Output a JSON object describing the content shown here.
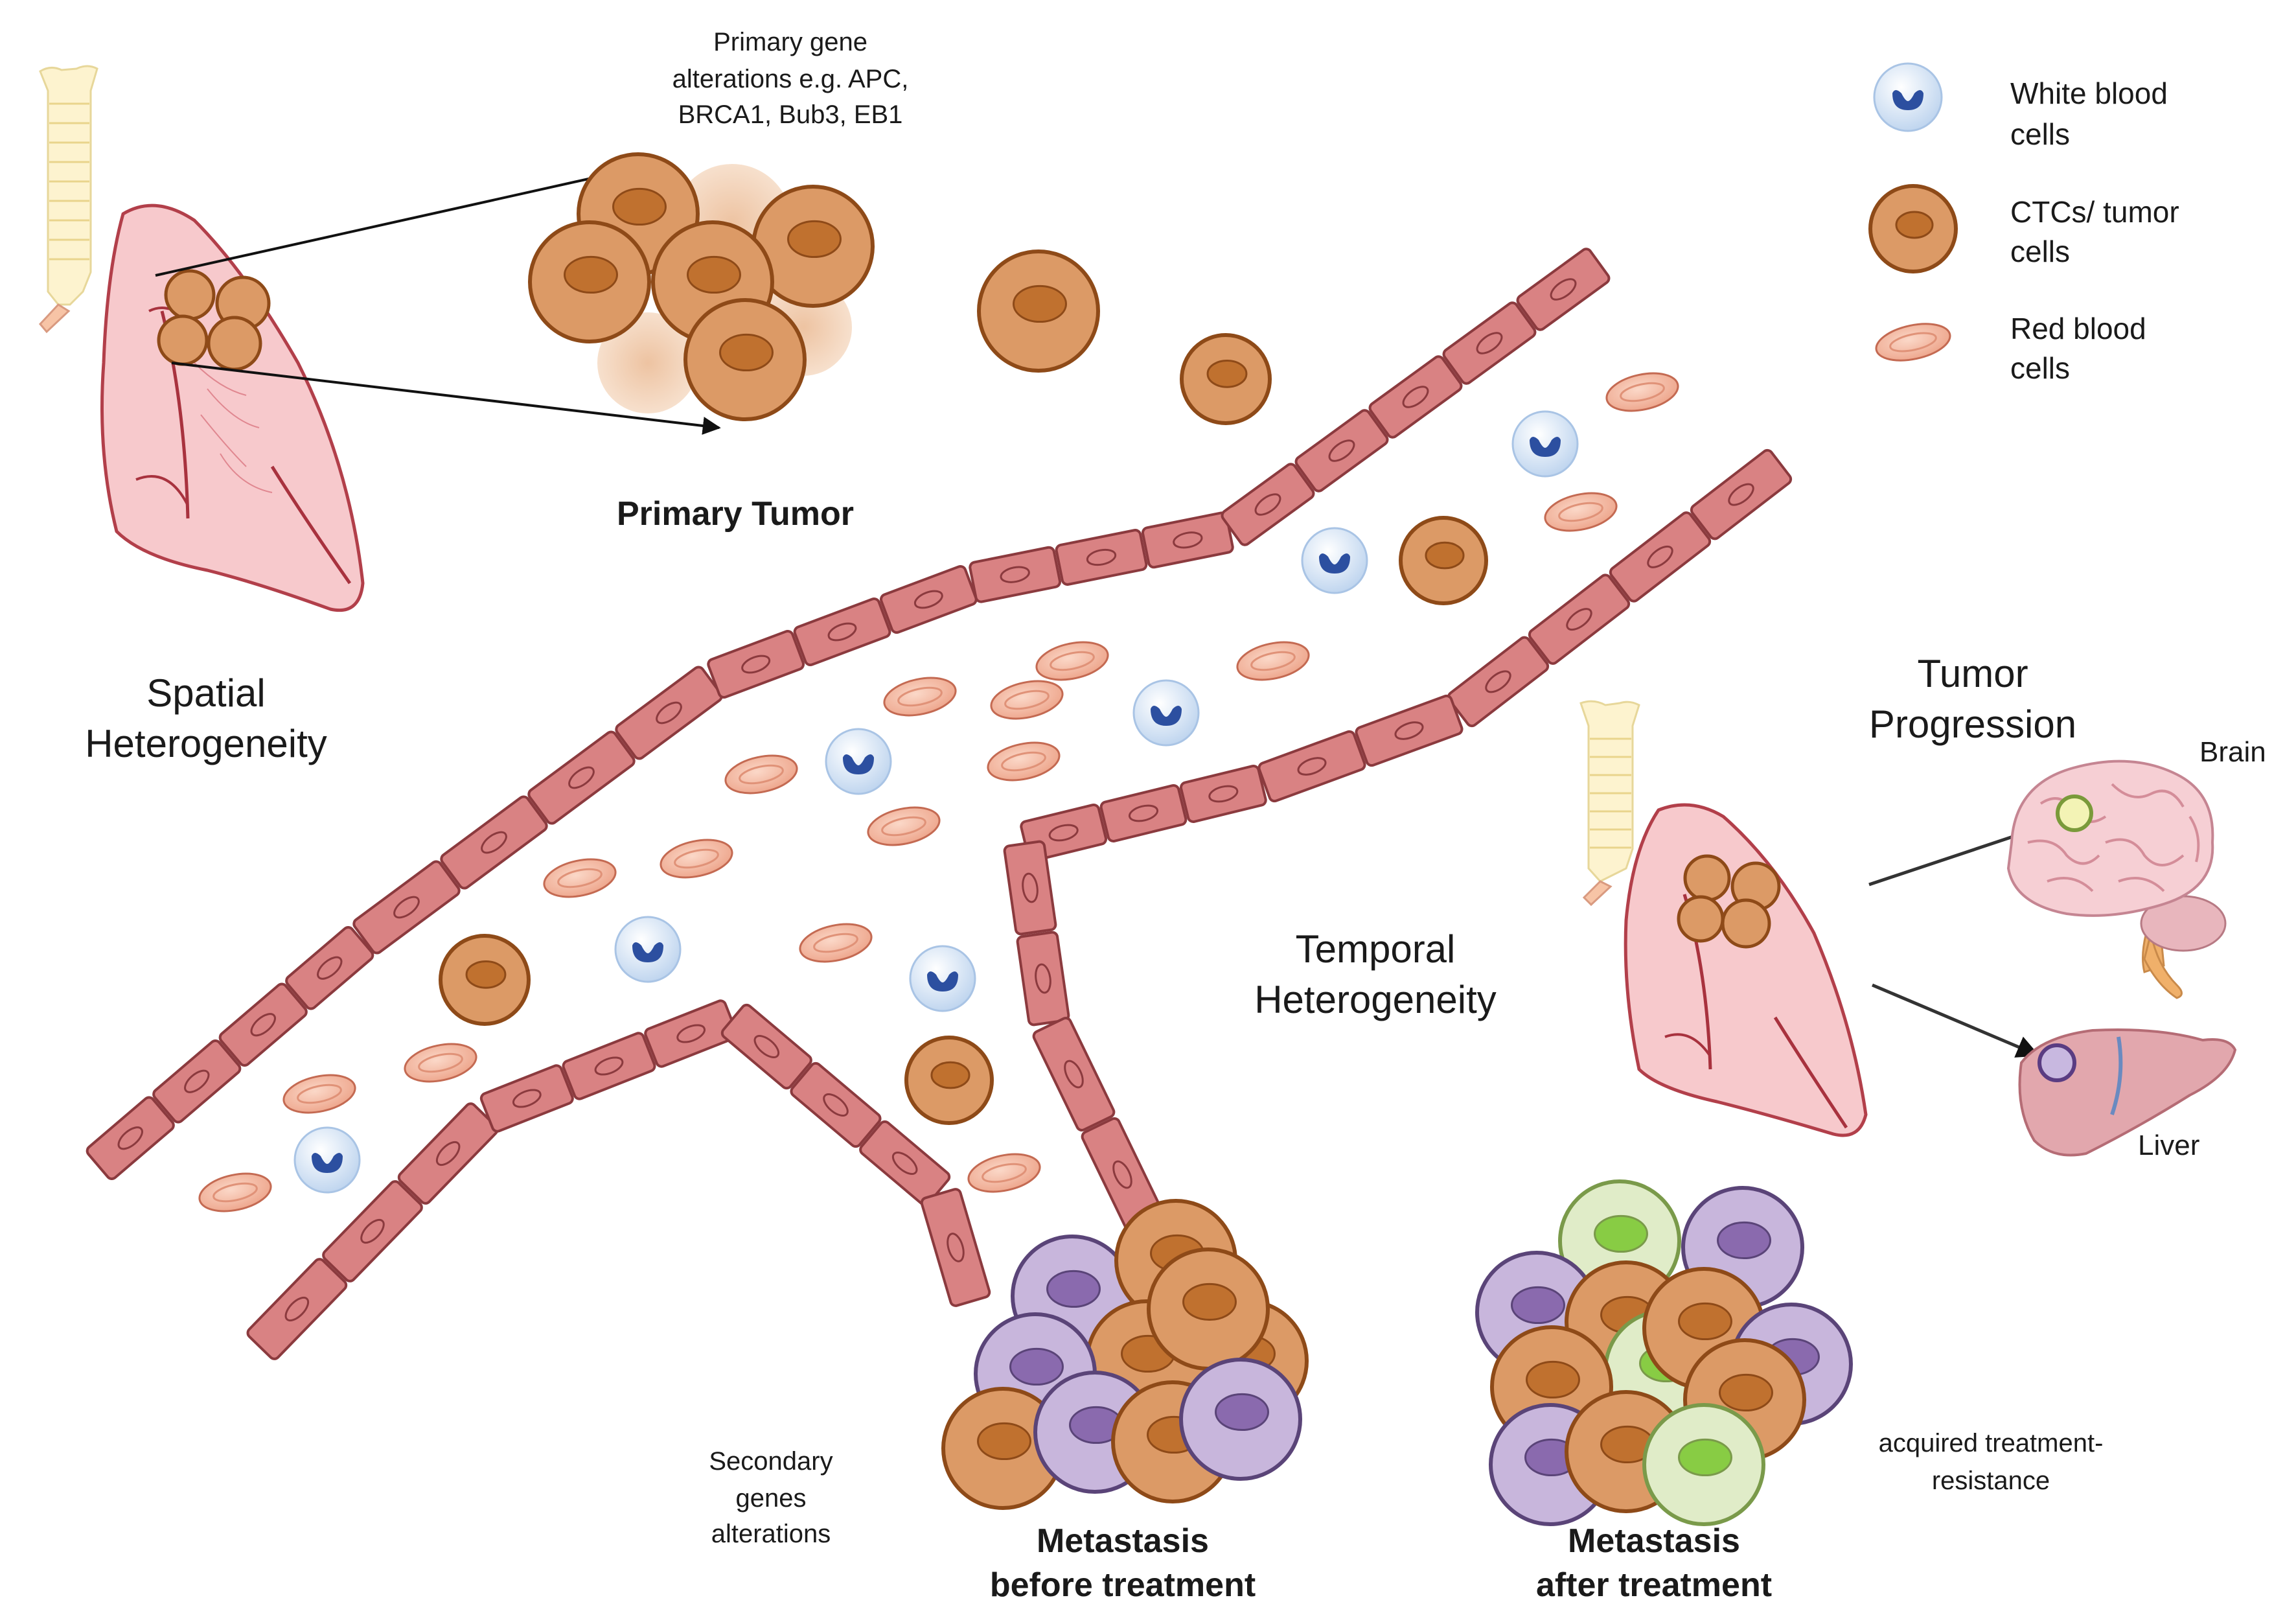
{
  "labels": {
    "primary_gene_1": "Primary gene",
    "primary_gene_2": "alterations  e.g. APC,",
    "primary_gene_3": "BRCA1, Bub3, EB1",
    "primary_tumor": "Primary Tumor",
    "spatial_1": "Spatial",
    "spatial_2": "Heterogeneity",
    "temporal_1": "Temporal",
    "temporal_2": "Heterogeneity",
    "progression_1": "Tumor",
    "progression_2": "Progression",
    "brain": "Brain",
    "liver": "Liver",
    "secondary_1": "Secondary",
    "secondary_2": "genes",
    "secondary_3": "alterations",
    "meta_before_1": "Metastasis",
    "meta_before_2": "before treatment",
    "meta_after_1": "Metastasis",
    "meta_after_2": "after treatment",
    "resistance_1": "acquired treatment-",
    "resistance_2": "resistance"
  },
  "legend": {
    "wbc_1": "White blood",
    "wbc_2": "cells",
    "ctc_1": "CTCs/ tumor",
    "ctc_2": "cells",
    "rbc_1": "Red blood",
    "rbc_2": "cells"
  },
  "colors": {
    "tumor_fill": "#dc9a66",
    "tumor_stroke": "#8e4a18",
    "tumor_nucleus": "#c0712f",
    "purple_fill": "#c8b6dc",
    "purple_nucleus": "#8a6aae",
    "purple_stroke": "#5a4478",
    "green_fill": "#e0ecc8",
    "green_nucleus": "#88cc44",
    "green_stroke": "#7a9a4a",
    "vessel_fill": "#d98283",
    "vessel_stroke": "#8b3a3e",
    "rbc_fill": "#f2b39c",
    "rbc_stroke": "#c46a52",
    "wbc_fill": "#dbe9f7",
    "wbc_nucleus": "#2c4fa0",
    "lung_fill": "#f6c2c6",
    "lung_stroke": "#b04a55"
  },
  "icons": [
    "lung-icon",
    "trachea-icon",
    "brain-icon",
    "liver-icon",
    "white-blood-cell-icon",
    "tumor-cell-icon",
    "red-blood-cell-icon",
    "arrow-icon"
  ]
}
